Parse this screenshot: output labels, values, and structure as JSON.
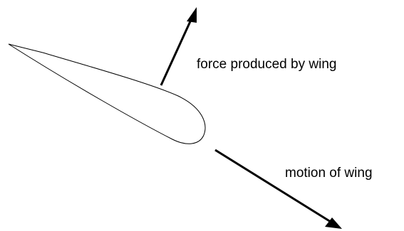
{
  "labels": {
    "force": "force produced by wing",
    "motion": "motion of wing"
  },
  "colors": {
    "background": "#ffffff",
    "stroke": "#000000"
  },
  "icons": {
    "airfoil": "airfoil-wing-section",
    "force_arrow": "arrow-up-right",
    "motion_arrow": "arrow-down-right"
  }
}
